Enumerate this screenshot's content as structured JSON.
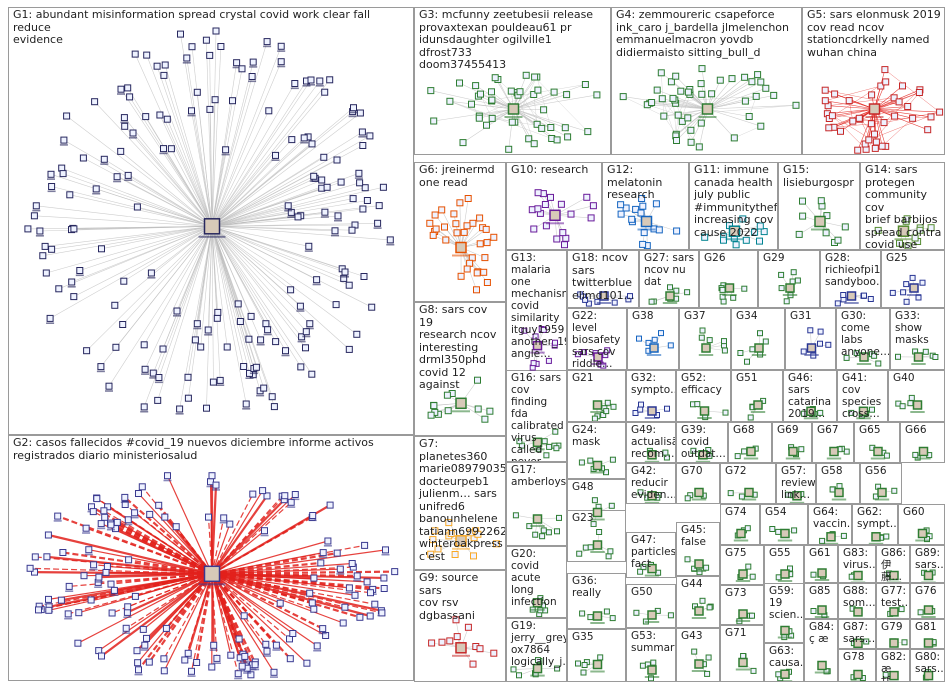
{
  "graph": {
    "colors": {
      "edge_default": "#bdbdbd",
      "edge_red": "#e2211c",
      "node_border": "#2b2b6b",
      "node_fill": "#eef2ff",
      "label_text": "#1f1f1f"
    },
    "groups": [
      {
        "id": "G1",
        "label": "G1: abundant misinformation spread crystal covid work clear fall reduce\nevidence",
        "hub": "misinformation",
        "nodes": 180,
        "edge_style": "gray-fan",
        "node_color": "#27275e"
      },
      {
        "id": "G2",
        "label": "G2: casos fallecidos #covid_19 nuevos diciembre informe activos\nregistrados diario ministeriosalud",
        "hub": "casos covid",
        "nodes": 150,
        "edge_style": "red-fan",
        "node_color": "#3a3a90"
      },
      {
        "id": "G3",
        "label": "G3: mcfunny zeetubesii release\nprovaxtexan pouldeau61 pr\nidunsdaughter ogilville1 dfrost733\ndoom37455413",
        "hub": "mcfunny",
        "nodes": 45,
        "edge_style": "mesh",
        "node_color": "#2e7d32"
      },
      {
        "id": "G4",
        "label": "G4: zemmoureric csapeforce\nink_caro j_bardella jlmelenchon\nemmanuelmacron yovdb\ndidiermaisto sitting_bull_d",
        "hub": "zemmoureric",
        "nodes": 45,
        "edge_style": "mesh",
        "node_color": "#2e7d32"
      },
      {
        "id": "G5",
        "label": "G5: sars elonmusk 2019\ncov read ncov\nstationcdrkelly named\nwuhan china",
        "hub": "elonmusk",
        "nodes": 40,
        "edge_style": "red-mesh",
        "node_color": "#c62828"
      },
      {
        "id": "G6",
        "label": "G6: jreinermd\none read",
        "hub": "jreinermd",
        "nodes": 32,
        "edge_style": "fan",
        "node_color": "#e65100"
      },
      {
        "id": "G10",
        "label": "G10: research",
        "hub": "research",
        "nodes": 18,
        "edge_style": "fan",
        "node_color": "#6a1b9a"
      },
      {
        "id": "G12",
        "label": "G12: melatonin\nresearch",
        "hub": "melatonin",
        "nodes": 16,
        "edge_style": "fan",
        "node_color": "#1565c0"
      },
      {
        "id": "G11",
        "label": "G11: immune\ncanada health\njuly public\n#immunitytheft\nincreasing cov\ncause 2022",
        "hub": "immune",
        "nodes": 12,
        "edge_style": "fan",
        "node_color": "#00838f"
      },
      {
        "id": "G15",
        "label": "G15:\nlisieburgospr",
        "hub": "lisieburgospr",
        "nodes": 10,
        "edge_style": "fan",
        "node_color": "#2e7d32"
      },
      {
        "id": "G14",
        "label": "G14: sars\nprotegen\ncommunity cov\nbrief barbijos\nspread contra\ncovid use",
        "hub": "protegen",
        "nodes": 10,
        "edge_style": "fan",
        "node_color": "#558b2f"
      },
      {
        "id": "G13",
        "label": "G13:\nmalaria one\nmechanism\ncovid\nsimilarity\nitguy1959\nanother_19\nangle…",
        "hub": "malaria",
        "nodes": 10,
        "edge_style": "fan",
        "node_color": "#6a1b9a"
      },
      {
        "id": "G18",
        "label": "G18: ncov\nsars\ntwitterblue\nelimd101…",
        "hub": "ncov",
        "nodes": 8,
        "edge_style": "fan",
        "node_color": "#283593"
      },
      {
        "id": "G27",
        "label": "G27: sars\nncov nu\ndat",
        "hub": "sars",
        "nodes": 7,
        "edge_style": "fan",
        "node_color": "#2e7d32"
      },
      {
        "id": "G26",
        "label": "G26",
        "hub": "g26",
        "nodes": 7,
        "edge_style": "fan",
        "node_color": "#2e7d32"
      },
      {
        "id": "G29",
        "label": "G29",
        "hub": "g29",
        "nodes": 7,
        "edge_style": "fan",
        "node_color": "#2e7d32"
      },
      {
        "id": "G28",
        "label": "G28:\nrichieofpi1\nsandyboo…",
        "hub": "richieofpi1",
        "nodes": 6,
        "edge_style": "fan",
        "node_color": "#283593"
      },
      {
        "id": "G25",
        "label": "G25",
        "hub": "g25",
        "nodes": 7,
        "edge_style": "fan",
        "node_color": "#283593"
      },
      {
        "id": "G8",
        "label": "G8: sars cov 19\nresearch ncov\ninteresting\ndrml350phd\ncovid 12 against",
        "hub": "drml350phd",
        "nodes": 12,
        "edge_style": "fan",
        "node_color": "#2e7d32"
      },
      {
        "id": "G22",
        "label": "G22: level\nbiosafety\nsars cov\nriddle…",
        "hub": "biosafety",
        "nodes": 7,
        "edge_style": "fan",
        "node_color": "#6a1b9a"
      },
      {
        "id": "G38",
        "label": "G38",
        "hub": "g38",
        "nodes": 6,
        "edge_style": "fan",
        "node_color": "#1565c0"
      },
      {
        "id": "G37",
        "label": "G37",
        "hub": "g37",
        "nodes": 6,
        "edge_style": "fan",
        "node_color": "#2e7d32"
      },
      {
        "id": "G34",
        "label": "G34",
        "hub": "g34",
        "nodes": 6,
        "edge_style": "fan",
        "node_color": "#2e7d32"
      },
      {
        "id": "G31",
        "label": "G31",
        "hub": "g31",
        "nodes": 6,
        "edge_style": "fan",
        "node_color": "#283593"
      },
      {
        "id": "G30",
        "label": "G30:\ncome\nlabs\nanyone…",
        "hub": "labs",
        "nodes": 5,
        "edge_style": "fan",
        "node_color": "#2e7d32"
      },
      {
        "id": "G33",
        "label": "G33:\nshow\nmasks",
        "hub": "masks",
        "nodes": 5,
        "edge_style": "fan",
        "node_color": "#2e7d32"
      },
      {
        "id": "G16",
        "label": "G16: sars\ncov finding\nfda\ncalibrated\nvirus called\nnever tests\ndoc",
        "hub": "fda",
        "nodes": 10,
        "edge_style": "fan",
        "node_color": "#2e7d32"
      },
      {
        "id": "G21",
        "label": "G21",
        "hub": "g21",
        "nodes": 7,
        "edge_style": "fan",
        "node_color": "#2e7d32"
      },
      {
        "id": "G32",
        "label": "G32:\nsympto…",
        "hub": "symptoms",
        "nodes": 5,
        "edge_style": "fan",
        "node_color": "#283593"
      },
      {
        "id": "G52",
        "label": "G52:\nefficacy",
        "hub": "efficacy",
        "nodes": 4,
        "edge_style": "fan",
        "node_color": "#2e7d32"
      },
      {
        "id": "G51",
        "label": "G51",
        "hub": "g51",
        "nodes": 4,
        "edge_style": "fan",
        "node_color": "#2e7d32"
      },
      {
        "id": "G46",
        "label": "G46: sars\ncatarina\n2019…",
        "hub": "catarina",
        "nodes": 4,
        "edge_style": "fan",
        "node_color": "#2e7d32"
      },
      {
        "id": "G41",
        "label": "G41: cov\nspecies\ncross…",
        "hub": "species",
        "nodes": 4,
        "edge_style": "fan",
        "node_color": "#2e7d32"
      },
      {
        "id": "G40",
        "label": "G40",
        "hub": "g40",
        "nodes": 4,
        "edge_style": "fan",
        "node_color": "#2e7d32"
      },
      {
        "id": "G7",
        "label": "G7: planetes360\nmarie08979035\ndocteurpeb1\njulienm… sars\nunifred6\nbanounhelene\ntatiann69922625\nwinteroakpress\nc'est",
        "hub": "planetes360",
        "nodes": 14,
        "edge_style": "fan",
        "node_color": "#f9a825"
      },
      {
        "id": "G24",
        "label": "G24:\nmask",
        "hub": "mask",
        "nodes": 6,
        "edge_style": "fan",
        "node_color": "#2e7d32"
      },
      {
        "id": "G49",
        "label": "G49:\nactualisã\nrecom…",
        "hub": "actualisation",
        "nodes": 4,
        "edge_style": "fan",
        "node_color": "#2e7d32"
      },
      {
        "id": "G39",
        "label": "G39:\ncovid\noutdat…",
        "hub": "outdated",
        "nodes": 4,
        "edge_style": "fan",
        "node_color": "#2e7d32"
      },
      {
        "id": "G68",
        "label": "G68",
        "hub": "g68",
        "nodes": 3,
        "edge_style": "fan",
        "node_color": "#2e7d32"
      },
      {
        "id": "G69",
        "label": "G69",
        "hub": "g69",
        "nodes": 3,
        "edge_style": "fan",
        "node_color": "#2e7d32"
      },
      {
        "id": "G67",
        "label": "G67",
        "hub": "g67",
        "nodes": 3,
        "edge_style": "fan",
        "node_color": "#2e7d32"
      },
      {
        "id": "G65",
        "label": "G65",
        "hub": "g65",
        "nodes": 3,
        "edge_style": "fan",
        "node_color": "#2e7d32"
      },
      {
        "id": "G66",
        "label": "G66",
        "hub": "g66",
        "nodes": 3,
        "edge_style": "fan",
        "node_color": "#2e7d32"
      },
      {
        "id": "G17",
        "label": "G17:\namberloyse",
        "hub": "amberloyse",
        "nodes": 8,
        "edge_style": "fan",
        "node_color": "#2e7d32"
      },
      {
        "id": "G48",
        "label": "G48",
        "hub": "g48",
        "nodes": 4,
        "edge_style": "fan",
        "node_color": "#2e7d32"
      },
      {
        "id": "G42",
        "label": "G42:\nreducir\neviden…",
        "hub": "reducir",
        "nodes": 4,
        "edge_style": "fan",
        "node_color": "#2e7d32"
      },
      {
        "id": "G70",
        "label": "G70",
        "hub": "g70",
        "nodes": 3,
        "edge_style": "fan",
        "node_color": "#2e7d32"
      },
      {
        "id": "G72",
        "label": "G72",
        "hub": "g72",
        "nodes": 3,
        "edge_style": "fan",
        "node_color": "#2e7d32"
      },
      {
        "id": "G57",
        "label": "G57:\nreview…\nlink…",
        "hub": "review",
        "nodes": 3,
        "edge_style": "fan",
        "node_color": "#2e7d32"
      },
      {
        "id": "G58",
        "label": "G58",
        "hub": "g58",
        "nodes": 3,
        "edge_style": "fan",
        "node_color": "#2e7d32"
      },
      {
        "id": "G56",
        "label": "G56",
        "hub": "g56",
        "nodes": 3,
        "edge_style": "fan",
        "node_color": "#2e7d32"
      },
      {
        "id": "G23",
        "label": "G23",
        "hub": "g23",
        "nodes": 6,
        "edge_style": "fan",
        "node_color": "#2e7d32"
      },
      {
        "id": "G74",
        "label": "G74",
        "hub": "g74",
        "nodes": 3,
        "edge_style": "fan",
        "node_color": "#2e7d32"
      },
      {
        "id": "G54",
        "label": "G54",
        "hub": "g54",
        "nodes": 3,
        "edge_style": "fan",
        "node_color": "#2e7d32"
      },
      {
        "id": "G64",
        "label": "G64:\nvaccin…",
        "hub": "vaccin",
        "nodes": 3,
        "edge_style": "fan",
        "node_color": "#2e7d32"
      },
      {
        "id": "G62",
        "label": "G62:\nsympt…",
        "hub": "sympt",
        "nodes": 3,
        "edge_style": "fan",
        "node_color": "#2e7d32"
      },
      {
        "id": "G60",
        "label": "G60",
        "hub": "g60",
        "nodes": 3,
        "edge_style": "fan",
        "node_color": "#2e7d32"
      },
      {
        "id": "G47",
        "label": "G47:\nparticles\nfact",
        "hub": "particles",
        "nodes": 4,
        "edge_style": "fan",
        "node_color": "#2e7d32"
      },
      {
        "id": "G45",
        "label": "G45:\nfalse",
        "hub": "false",
        "nodes": 4,
        "edge_style": "fan",
        "node_color": "#2e7d32"
      },
      {
        "id": "G75",
        "label": "G75",
        "hub": "g75",
        "nodes": 3,
        "edge_style": "fan",
        "node_color": "#2e7d32"
      },
      {
        "id": "G55",
        "label": "G55",
        "hub": "g55",
        "nodes": 3,
        "edge_style": "fan",
        "node_color": "#2e7d32"
      },
      {
        "id": "G61",
        "label": "G61",
        "hub": "g61",
        "nodes": 2,
        "edge_style": "fan",
        "node_color": "#2e7d32"
      },
      {
        "id": "G83",
        "label": "G83:\nvirus…",
        "hub": "virus",
        "nodes": 2,
        "edge_style": "fan",
        "node_color": "#2e7d32"
      },
      {
        "id": "G86",
        "label": "G86:\n伊藤…",
        "hub": "ito",
        "nodes": 2,
        "edge_style": "fan",
        "node_color": "#2e7d32"
      },
      {
        "id": "G89",
        "label": "G89:\nsars…",
        "hub": "sars89",
        "nodes": 2,
        "edge_style": "fan",
        "node_color": "#2e7d32"
      },
      {
        "id": "G9",
        "label": "G9: source sars\ncov rsv\ndgbassani",
        "hub": "dgbassani",
        "nodes": 10,
        "edge_style": "fan",
        "node_color": "#c62828"
      },
      {
        "id": "G20",
        "label": "G20: covid\nacute long\ninfection",
        "hub": "acute",
        "nodes": 6,
        "edge_style": "fan",
        "node_color": "#2e7d32"
      },
      {
        "id": "G36",
        "label": "G36:\nreally",
        "hub": "really",
        "nodes": 4,
        "edge_style": "fan",
        "node_color": "#2e7d32"
      },
      {
        "id": "G44",
        "label": "G44",
        "hub": "g44",
        "nodes": 4,
        "edge_style": "fan",
        "node_color": "#2e7d32"
      },
      {
        "id": "G50",
        "label": "G50",
        "hub": "g50",
        "nodes": 4,
        "edge_style": "fan",
        "node_color": "#2e7d32"
      },
      {
        "id": "G73",
        "label": "G73",
        "hub": "g73",
        "nodes": 3,
        "edge_style": "fan",
        "node_color": "#2e7d32"
      },
      {
        "id": "G59",
        "label": "G59:\n19\nscien…",
        "hub": "scien",
        "nodes": 3,
        "edge_style": "fan",
        "node_color": "#2e7d32"
      },
      {
        "id": "G85",
        "label": "G85",
        "hub": "g85",
        "nodes": 2,
        "edge_style": "fan",
        "node_color": "#2e7d32"
      },
      {
        "id": "G88",
        "label": "G88:\nsom…",
        "hub": "som",
        "nodes": 2,
        "edge_style": "fan",
        "node_color": "#2e7d32"
      },
      {
        "id": "G77",
        "label": "G77:\ntest…",
        "hub": "test",
        "nodes": 2,
        "edge_style": "fan",
        "node_color": "#2e7d32"
      },
      {
        "id": "G76",
        "label": "G76",
        "hub": "g76",
        "nodes": 2,
        "edge_style": "fan",
        "node_color": "#2e7d32"
      },
      {
        "id": "G19",
        "label": "G19:\njerry__grey\nox7864\nlogically_j…",
        "hub": "jerry__grey",
        "nodes": 7,
        "edge_style": "fan",
        "node_color": "#2e7d32"
      },
      {
        "id": "G35",
        "label": "G35",
        "hub": "g35",
        "nodes": 5,
        "edge_style": "fan",
        "node_color": "#2e7d32"
      },
      {
        "id": "G53",
        "label": "G53:\nsummary",
        "hub": "summary",
        "nodes": 4,
        "edge_style": "fan",
        "node_color": "#2e7d32"
      },
      {
        "id": "G43",
        "label": "G43",
        "hub": "g43",
        "nodes": 4,
        "edge_style": "fan",
        "node_color": "#2e7d32"
      },
      {
        "id": "G71",
        "label": "G71",
        "hub": "g71",
        "nodes": 3,
        "edge_style": "fan",
        "node_color": "#2e7d32"
      },
      {
        "id": "G63",
        "label": "G63:\ncausa…",
        "hub": "causa",
        "nodes": 3,
        "edge_style": "fan",
        "node_color": "#2e7d32"
      },
      {
        "id": "G87",
        "label": "G87:\nsars…",
        "hub": "sars87",
        "nodes": 2,
        "edge_style": "fan",
        "node_color": "#2e7d32"
      },
      {
        "id": "G79",
        "label": "G79",
        "hub": "g79",
        "nodes": 2,
        "edge_style": "fan",
        "node_color": "#2e7d32"
      },
      {
        "id": "G81",
        "label": "G81",
        "hub": "g81",
        "nodes": 2,
        "edge_style": "fan",
        "node_color": "#2e7d32"
      },
      {
        "id": "G84",
        "label": "G84:\nç æ",
        "hub": "g84",
        "nodes": 2,
        "edge_style": "fan",
        "node_color": "#2e7d32"
      },
      {
        "id": "G78",
        "label": "G78",
        "hub": "g78",
        "nodes": 2,
        "edge_style": "fan",
        "node_color": "#2e7d32"
      },
      {
        "id": "G82",
        "label": "G82:\næ ‡ƒ…",
        "hub": "g82",
        "nodes": 2,
        "edge_style": "fan",
        "node_color": "#2e7d32"
      },
      {
        "id": "G80",
        "label": "G80:\nsars…",
        "hub": "sars80",
        "nodes": 2,
        "edge_style": "fan",
        "node_color": "#2e7d32"
      }
    ]
  }
}
